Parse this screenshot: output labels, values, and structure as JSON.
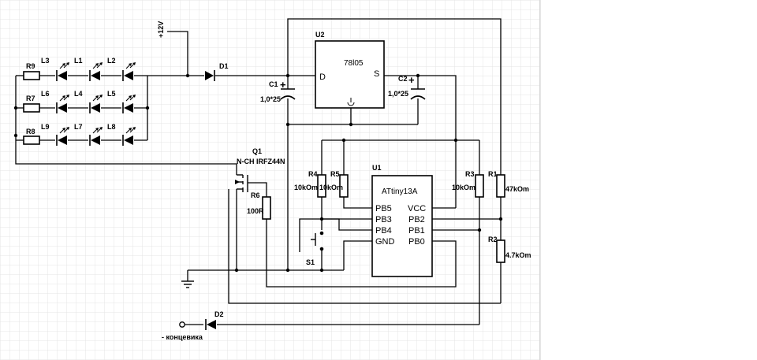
{
  "components": {
    "u2": {
      "ref": "U2",
      "part": "78l05",
      "pin_in": "D",
      "pin_out": "S"
    },
    "u1": {
      "ref": "U1",
      "part": "ATtiny13A",
      "pins_left": [
        "PB5",
        "PB3",
        "PB4",
        "GND"
      ],
      "pins_right": [
        "VCC",
        "PB2",
        "PB1",
        "PB0"
      ]
    },
    "q1": {
      "ref": "Q1",
      "part": "N-CH IRFZ44N"
    },
    "d1": {
      "ref": "D1"
    },
    "d2": {
      "ref": "D2"
    },
    "c1": {
      "ref": "C1",
      "value": "1,0*25"
    },
    "c2": {
      "ref": "C2",
      "value": "1,0*25"
    },
    "r1": {
      "ref": "R1",
      "value": "47kOm"
    },
    "r2": {
      "ref": "R2",
      "value": "4.7kOm"
    },
    "r3": {
      "ref": "R3",
      "value": "10kOm"
    },
    "r4": {
      "ref": "R4",
      "value": "10kOm"
    },
    "r5": {
      "ref": "R5",
      "value": "10kOm"
    },
    "r6": {
      "ref": "R6",
      "value": "100R"
    },
    "r7": {
      "ref": "R7"
    },
    "r8": {
      "ref": "R8"
    },
    "r9": {
      "ref": "R9"
    },
    "s1": {
      "ref": "S1"
    },
    "leds": {
      "row1": [
        "L3",
        "L1",
        "L2"
      ],
      "row2": [
        "L6",
        "L4",
        "L5"
      ],
      "row3": [
        "L9",
        "L7",
        "L8"
      ]
    },
    "cap_plus": "+"
  },
  "nets": {
    "supply": "+12V",
    "limit_switch": "- концевика"
  }
}
